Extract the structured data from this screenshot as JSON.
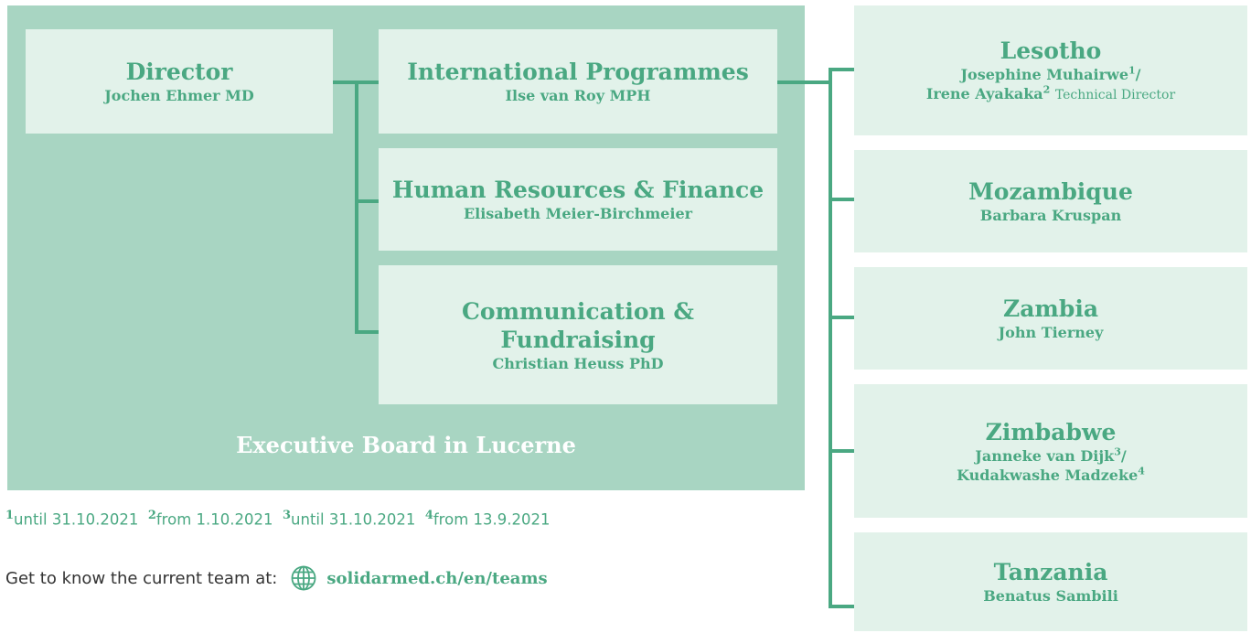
{
  "colors": {
    "board": "#a8d5c2",
    "box": "#e2f2ea",
    "accent": "#4aa882"
  },
  "board": {
    "label": "Executive Board in Lucerne"
  },
  "director": {
    "title": "Director",
    "name": "Jochen Ehmer MD"
  },
  "departments": [
    {
      "title": "International Programmes",
      "name": "Ilse van Roy MPH"
    },
    {
      "title": "Human Resources & Finance",
      "name": "Elisabeth Meier-Birchmeier"
    },
    {
      "title_line1": "Communication &",
      "title_line2": "Fundraising",
      "name": "Christian Heuss PhD"
    }
  ],
  "countries": {
    "lesotho": {
      "title": "Lesotho",
      "name1": "Josephine Muhairwe",
      "sup1": "1",
      "sep1": "/",
      "name2": "Irene Ayakaka",
      "sup2": "2",
      "role": "Technical Director"
    },
    "mozambique": {
      "title": "Mozambique",
      "name": "Barbara Kruspan"
    },
    "zambia": {
      "title": "Zambia",
      "name": "John Tierney"
    },
    "zimbabwe": {
      "title": "Zimbabwe",
      "name1": "Janneke van Dijk",
      "sup1": "3",
      "sep1": "/",
      "name2": "Kudakwashe Madzeke",
      "sup2": "4"
    },
    "tanzania": {
      "title": "Tanzania",
      "name": "Benatus Sambili"
    }
  },
  "footnotes": [
    {
      "num": "1",
      "text": "until 31.10.2021"
    },
    {
      "num": "2",
      "text": "from 1.10.2021"
    },
    {
      "num": "3",
      "text": "until 31.10.2021"
    },
    {
      "num": "4",
      "text": "from 13.9.2021"
    }
  ],
  "team": {
    "prompt": "Get to know the current team at:",
    "icon": "globe-icon",
    "link": "solidarmed.ch/en/teams"
  }
}
